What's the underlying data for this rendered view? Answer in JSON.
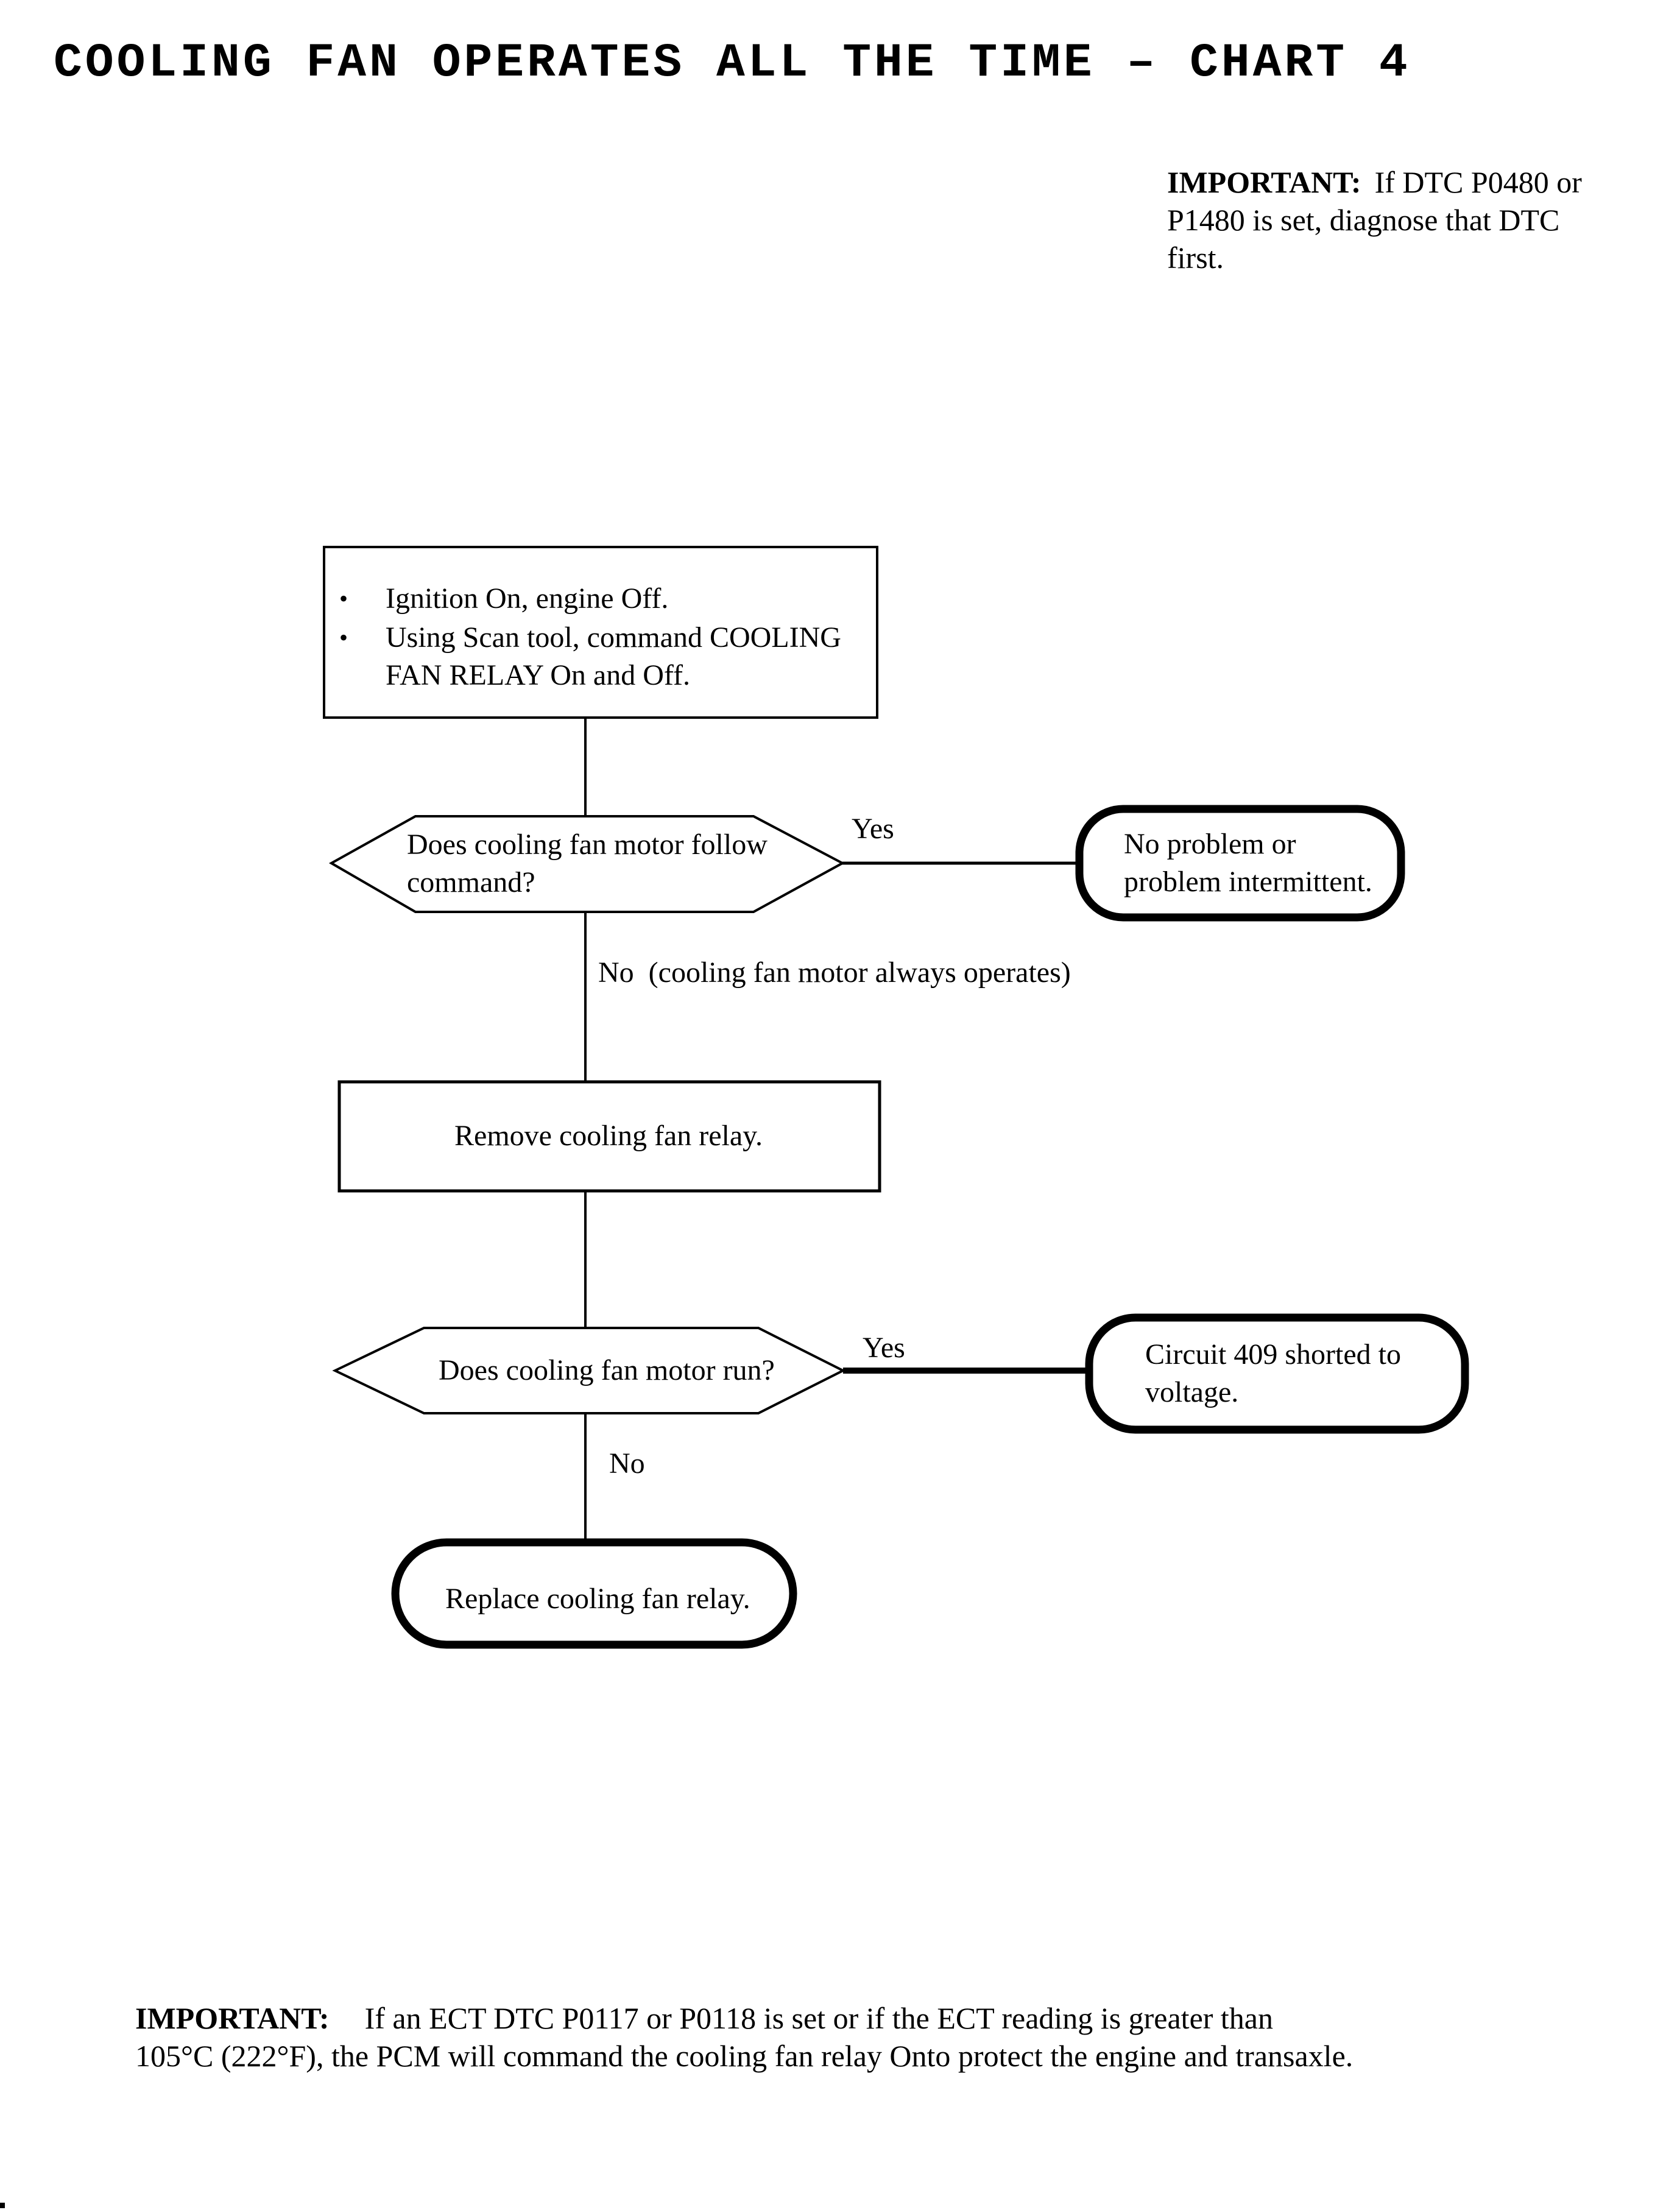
{
  "page": {
    "title": "COOLING FAN OPERATES ALL THE TIME – CHART 4"
  },
  "colors": {
    "ink": "#000000",
    "paper": "#ffffff"
  },
  "top_note": {
    "label": "IMPORTANT:",
    "line1_rest": "If DTC P0480 or",
    "line2": "P1480 is set, diagnose that DTC",
    "line3": "first."
  },
  "flowchart": {
    "start": {
      "bullet": "•",
      "items": [
        "Ignition On, engine Off.",
        "Using Scan tool, command COOLING FAN RELAY On and Off."
      ]
    },
    "decision1": {
      "line1": "Does cooling fan motor follow",
      "line2": "command?",
      "yes_label": "Yes",
      "no_label": "No  (cooling fan motor always operates)"
    },
    "terminal1": {
      "line1": "No problem or",
      "line2": "problem intermittent."
    },
    "process1": "Remove cooling fan relay.",
    "decision2": {
      "text": "Does cooling fan motor run?",
      "yes_label": "Yes",
      "no_label": "No"
    },
    "terminal2": {
      "line1": "Circuit 409 shorted to",
      "line2": "voltage."
    },
    "terminal3": "Replace cooling fan relay."
  },
  "bottom_note": {
    "label": "IMPORTANT:",
    "line1_rest": "If an ECT DTC P0117 or P0118 is set or if the ECT reading is greater than",
    "line2": "105°C (222°F), the PCM will command the cooling fan relay Onto protect the engine and transaxle."
  }
}
